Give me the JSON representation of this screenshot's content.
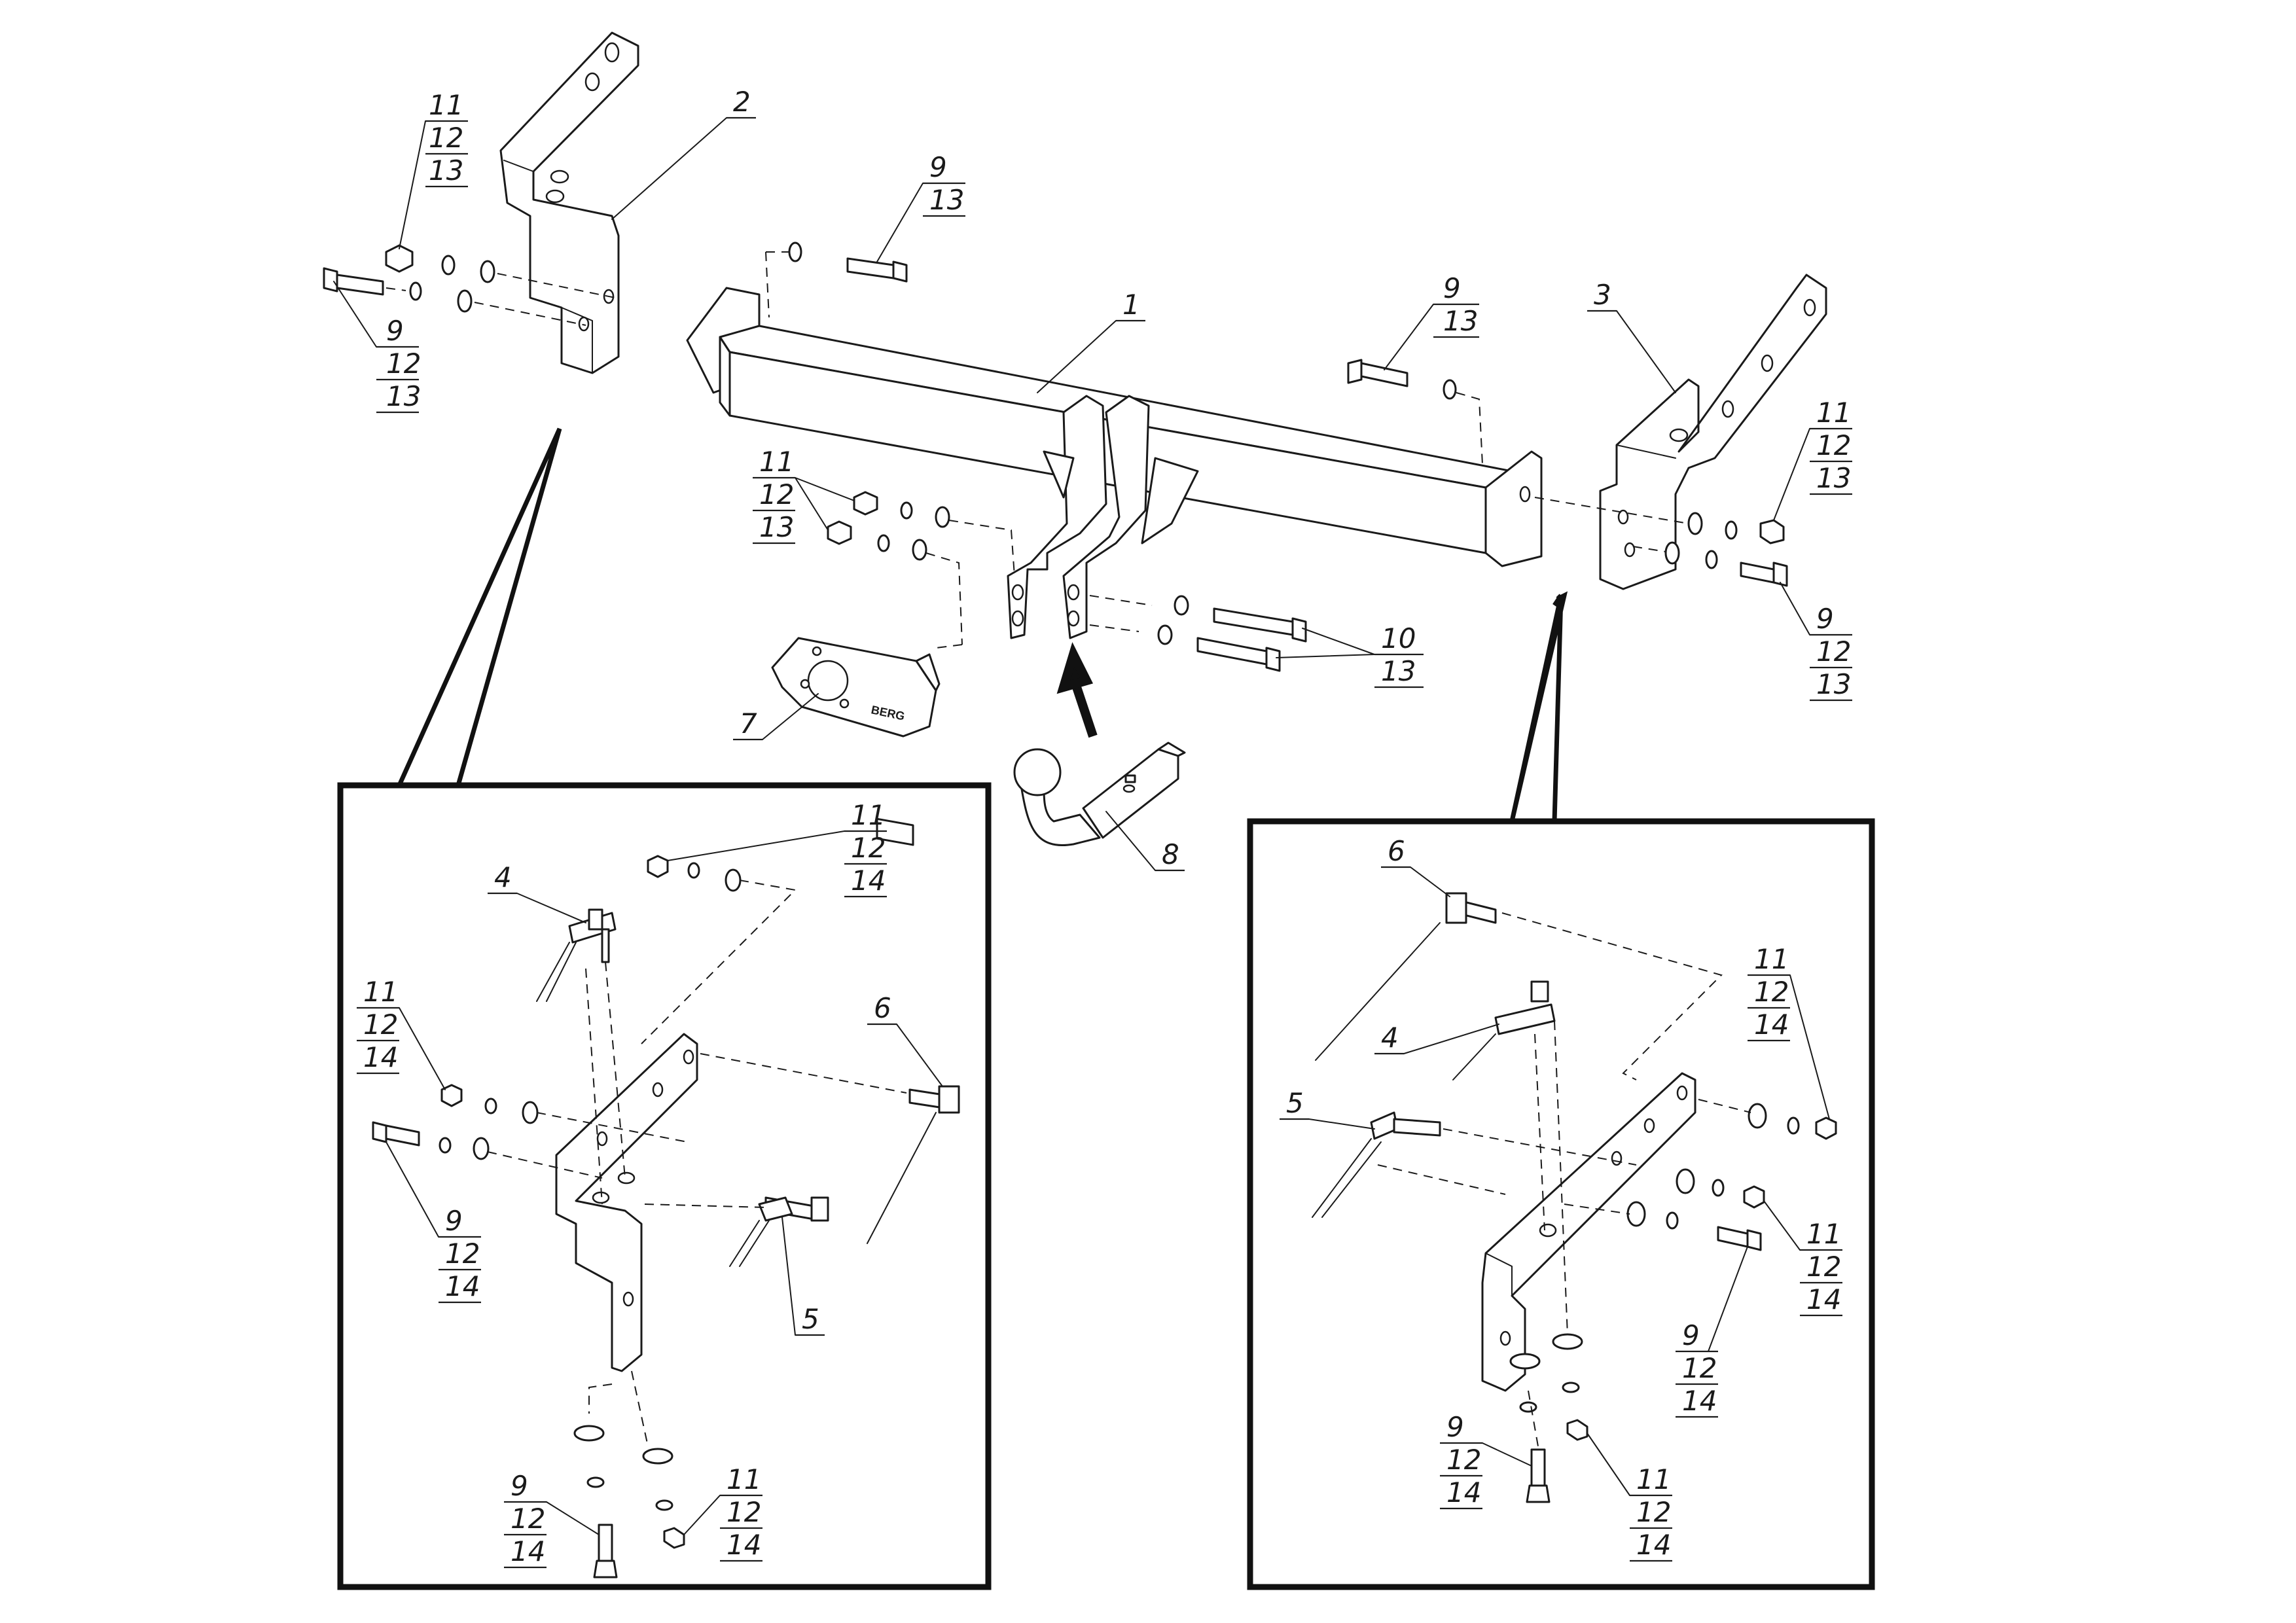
{
  "diagram": {
    "brand_plate_text": "BERG",
    "callouts": {
      "top_left_nut": [
        "11",
        "12",
        "13"
      ],
      "top_left_bolt": [
        "9",
        "12",
        "13"
      ],
      "bracket_left": [
        "2"
      ],
      "top_bolt_center": [
        "9",
        "13"
      ],
      "crossbar": [
        "1"
      ],
      "top_bolt_right": [
        "9",
        "13"
      ],
      "bracket_right": [
        "3"
      ],
      "right_nut": [
        "11",
        "12",
        "13"
      ],
      "right_bolt": [
        "9",
        "12",
        "13"
      ],
      "center_nuts": [
        "11",
        "12",
        "13"
      ],
      "socket_plate": [
        "7"
      ],
      "long_bolts": [
        "10",
        "13"
      ],
      "tow_ball": [
        "8"
      ],
      "lp_top_nut": [
        "11",
        "12",
        "14"
      ],
      "lp_clip4": [
        "4"
      ],
      "lp_side_nut": [
        "11",
        "12",
        "14"
      ],
      "lp_clip6": [
        "6"
      ],
      "lp_bolt": [
        "9",
        "12",
        "14"
      ],
      "lp_clip5": [
        "5"
      ],
      "lp_bottom_bolt": [
        "9",
        "12",
        "14"
      ],
      "lp_bottom_nut": [
        "11",
        "12",
        "14"
      ],
      "rp_clip6": [
        "6"
      ],
      "rp_top_nut": [
        "11",
        "12",
        "14"
      ],
      "rp_clip4": [
        "4"
      ],
      "rp_clip5": [
        "5"
      ],
      "rp_side_nut": [
        "11",
        "12",
        "14"
      ],
      "rp_bolt": [
        "9",
        "12",
        "14"
      ],
      "rp_bottom_bolt": [
        "9",
        "12",
        "14"
      ],
      "rp_bottom_nut": [
        "11",
        "12",
        "14"
      ]
    }
  }
}
